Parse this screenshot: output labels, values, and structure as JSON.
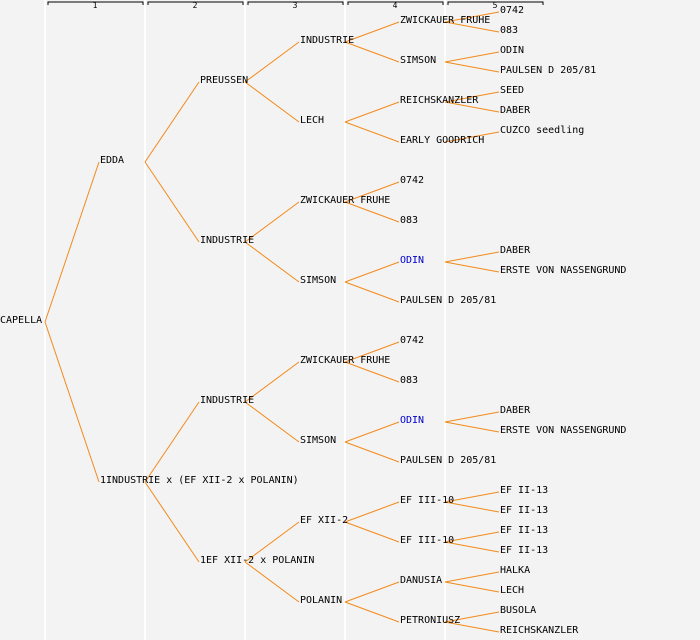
{
  "title": "Pedigree of CAPELLA",
  "colors": {
    "line": "#f28a1a",
    "highlight": "#0000cc",
    "text": "#000000",
    "separator": "#ffffff"
  },
  "generation_headers": [
    "1",
    "2",
    "3",
    "4",
    "5"
  ],
  "pedigree": {
    "name": "CAPELLA",
    "children": [
      {
        "name": "EDDA",
        "children": [
          {
            "name": "PREUSSEN",
            "children": [
              {
                "name": "INDUSTRIE",
                "children": [
                  {
                    "name": "ZWICKAUER FRUHE",
                    "children": [
                      {
                        "name": "0742"
                      },
                      {
                        "name": "083"
                      }
                    ]
                  },
                  {
                    "name": "SIMSON",
                    "children": [
                      {
                        "name": "ODIN"
                      },
                      {
                        "name": "PAULSEN D 205/81"
                      }
                    ]
                  }
                ]
              },
              {
                "name": "LECH",
                "children": [
                  {
                    "name": "REICHSKANZLER",
                    "children": [
                      {
                        "name": "SEED"
                      },
                      {
                        "name": "DABER"
                      }
                    ]
                  },
                  {
                    "name": "EARLY GOODRICH",
                    "children": [
                      {
                        "name": "CUZCO seedling"
                      }
                    ]
                  }
                ]
              }
            ]
          },
          {
            "name": "INDUSTRIE",
            "children": [
              {
                "name": "ZWICKAUER FRUHE",
                "children": [
                  {
                    "name": "0742"
                  },
                  {
                    "name": "083"
                  }
                ]
              },
              {
                "name": "SIMSON",
                "children": [
                  {
                    "name": "ODIN",
                    "highlight": true,
                    "children": [
                      {
                        "name": "DABER"
                      },
                      {
                        "name": "ERSTE VON NASSENGRUND"
                      }
                    ]
                  },
                  {
                    "name": "PAULSEN D 205/81"
                  }
                ]
              }
            ]
          }
        ]
      },
      {
        "name": "1INDUSTRIE x (EF XII-2 x POLANIN)",
        "children": [
          {
            "name": "INDUSTRIE",
            "children": [
              {
                "name": "ZWICKAUER FRUHE",
                "children": [
                  {
                    "name": "0742"
                  },
                  {
                    "name": "083"
                  }
                ]
              },
              {
                "name": "SIMSON",
                "children": [
                  {
                    "name": "ODIN",
                    "highlight": true,
                    "children": [
                      {
                        "name": "DABER"
                      },
                      {
                        "name": "ERSTE VON NASSENGRUND"
                      }
                    ]
                  },
                  {
                    "name": "PAULSEN D 205/81"
                  }
                ]
              }
            ]
          },
          {
            "name": "1EF XII-2 x POLANIN",
            "children": [
              {
                "name": "EF XII-2",
                "children": [
                  {
                    "name": "EF III-10",
                    "children": [
                      {
                        "name": "EF II-13"
                      },
                      {
                        "name": "EF II-13"
                      }
                    ]
                  },
                  {
                    "name": "EF III-10",
                    "children": [
                      {
                        "name": "EF II-13"
                      },
                      {
                        "name": "EF II-13"
                      }
                    ]
                  }
                ]
              },
              {
                "name": "POLANIN",
                "children": [
                  {
                    "name": "DANUSIA",
                    "children": [
                      {
                        "name": "HALKA"
                      },
                      {
                        "name": "LECH"
                      }
                    ]
                  },
                  {
                    "name": "PETRONIUSZ",
                    "children": [
                      {
                        "name": "BUSOLA"
                      },
                      {
                        "name": "REICHSKANZLER"
                      }
                    ]
                  }
                ]
              }
            ]
          }
        ]
      }
    ]
  }
}
